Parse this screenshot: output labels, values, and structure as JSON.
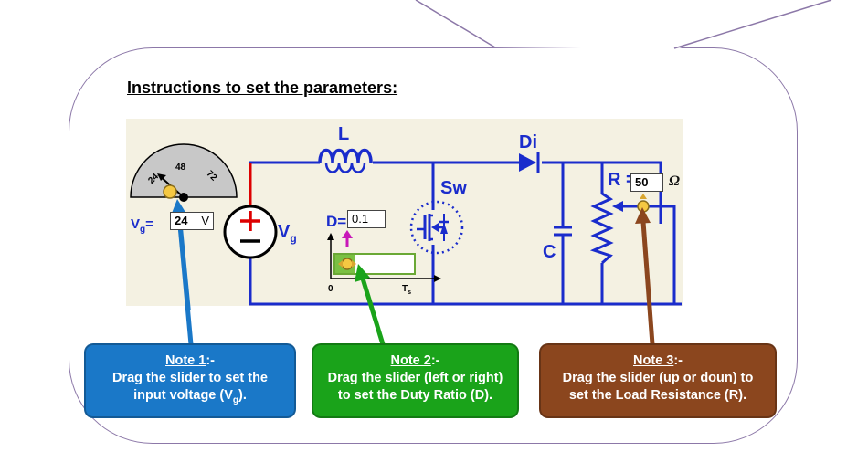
{
  "title": "Instructions to set the parameters:",
  "labels": {
    "inductor": "L",
    "diode": "Di",
    "switch": "Sw",
    "capacitor": "C",
    "r_label": "R =",
    "r_unit": "Ω",
    "d_label": "D=",
    "vg_label": "V",
    "vg_sub": "g",
    "vg_field_label": "V",
    "vg_field_sub": "g",
    "vg_field_eq": "=",
    "vg_unit": "V",
    "t_zero": "0",
    "t_s": "T",
    "t_s_sub": "s",
    "dial_24": "24",
    "dial_48": "48",
    "dial_72": "72"
  },
  "values": {
    "r_value": "50",
    "d_value": "0.1",
    "vg_value": "24"
  },
  "notes": [
    {
      "title": "Note 1",
      "suffix": ":-",
      "line1": "Drag the slider to set the",
      "line2_pre": "input voltage (V",
      "line2_sub": "g",
      "line2_post": ")."
    },
    {
      "title": "Note 2",
      "suffix": ":-",
      "line1": "Drag the slider (left or right)",
      "line2": "to set the Duty Ratio (D)."
    },
    {
      "title": "Note 3",
      "suffix": ":-",
      "line1": "Drag the slider (up or doun) to",
      "line2": "set the Load Resistance (R)."
    }
  ],
  "colors": {
    "wire": "#1a2ccc",
    "note1": "#1a78c8",
    "note2": "#1aa31a",
    "note3": "#8b461e",
    "circuit_bg": "#f4f1e2"
  }
}
